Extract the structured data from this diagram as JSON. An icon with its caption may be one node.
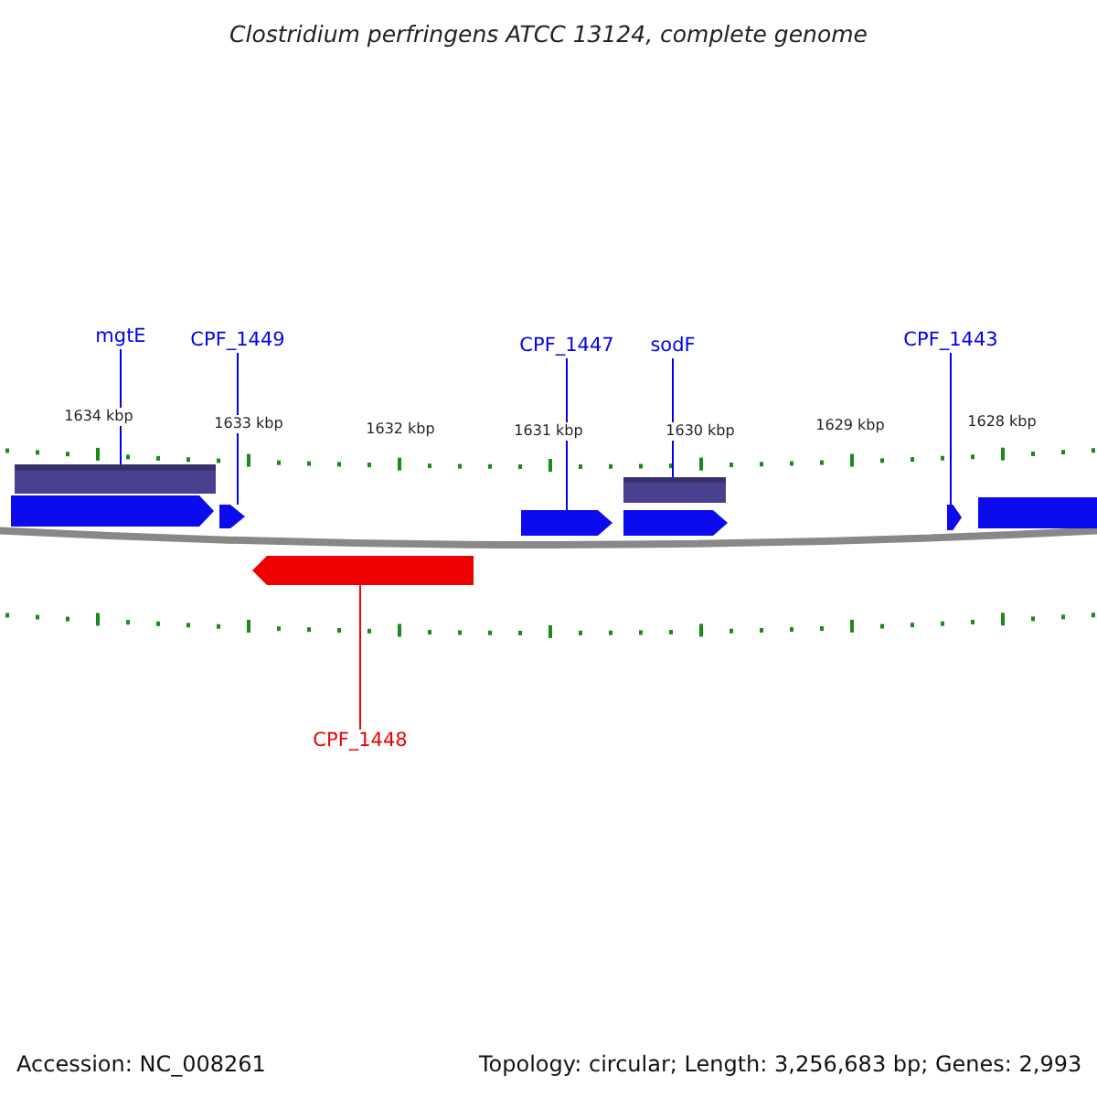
{
  "diagram": {
    "title": "Clostridium perfringens ATCC 13124, complete genome",
    "nodes": [
      {
        "text": [
          "mgtE"
        ]
      },
      {
        "text": [
          "CPF_1449"
        ]
      },
      {
        "text": [
          "CPF_1447"
        ]
      },
      {
        "text": [
          "sodF"
        ]
      },
      {
        "text": [
          "CPF_1443"
        ]
      },
      {
        "text": [],
        "shape": "bar"
      },
      {
        "text": [],
        "shape": "arrow"
      },
      {
        "text": [],
        "shape": "arrow"
      },
      {
        "text": [],
        "shape": "bar"
      },
      {
        "text": [],
        "shape": "arrow"
      },
      {
        "text": [],
        "shape": "arrow"
      },
      {
        "text": [],
        "shape": "arrow"
      },
      {
        "text": [],
        "shape": "arrow"
      },
      {
        "text": [],
        "shape": "arrow"
      },
      {
        "text": [
          "CPF_1448"
        ]
      }
    ],
    "edges": [
      {
        "from": 0,
        "to": 5,
        "arrow": "none"
      },
      {
        "from": 1,
        "to": 7,
        "arrow": "none"
      },
      {
        "from": 2,
        "to": 9,
        "arrow": "none"
      },
      {
        "from": 3,
        "to": 8,
        "arrow": "none"
      },
      {
        "from": 4,
        "to": 11,
        "arrow": "none"
      },
      {
        "from": 14,
        "to": 13,
        "arrow": "none",
        "color": "#ff0000"
      }
    ],
    "labels": [
      "1634 kbp",
      "1633 kbp",
      "1632 kbp",
      "1631 kbp",
      "1630 kbp",
      "1629 kbp",
      "1628 kbp",
      "Accession: NC_008261",
      "Topology: circular; Length: 3,256,683 bp; Genes: 2,993"
    ]
  }
}
